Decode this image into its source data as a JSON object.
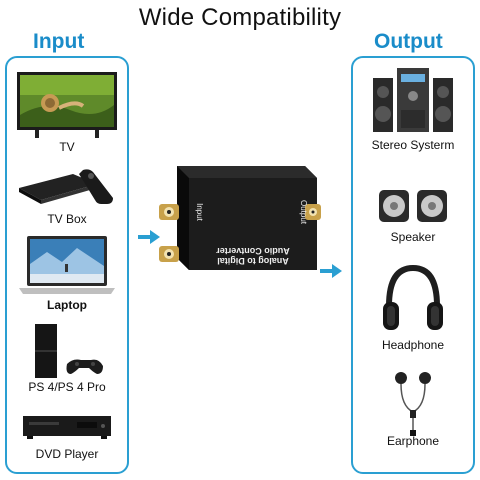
{
  "title": "Wide Compatibility",
  "input": {
    "heading": "Input",
    "devices": [
      {
        "label": "TV",
        "icon": "tv-icon"
      },
      {
        "label": "TV Box",
        "icon": "tv-box-icon"
      },
      {
        "label": "Laptop",
        "icon": "laptop-icon"
      },
      {
        "label": "PS 4/PS 4 Pro",
        "icon": "game-console-icon"
      },
      {
        "label": "DVD Player",
        "icon": "dvd-player-icon"
      }
    ]
  },
  "output": {
    "heading": "Output",
    "devices": [
      {
        "label": "Stereo Systerm",
        "icon": "stereo-system-icon"
      },
      {
        "label": "Speaker",
        "icon": "speaker-icon"
      },
      {
        "label": "Headphone",
        "icon": "headphone-icon"
      },
      {
        "label": "Earphone",
        "icon": "earphone-icon"
      }
    ]
  },
  "converter": {
    "input_label": "Input",
    "output_label": "Output",
    "name_line1": "Analog to Digital",
    "name_line2": "Audio Contverter"
  },
  "colors": {
    "accent": "#2a9fd2",
    "heading": "#1a8cc9",
    "device_body": "#111111"
  }
}
